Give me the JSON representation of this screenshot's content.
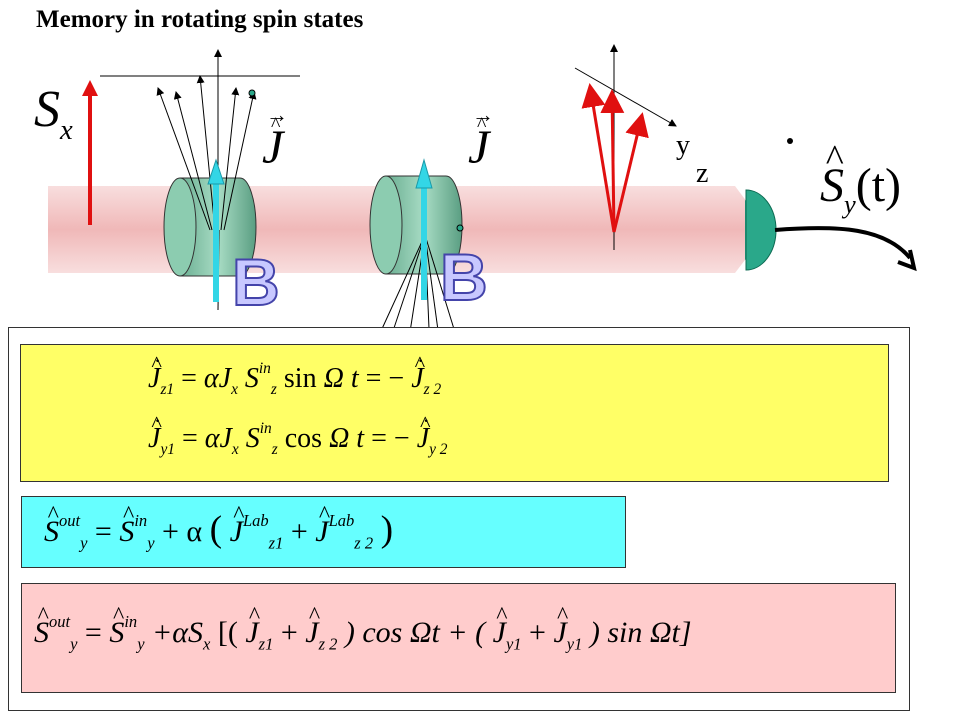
{
  "title": "Memory in rotating spin states",
  "labels": {
    "sx_symbol": "S",
    "sx_sub": "x",
    "j_symbol_1": "J",
    "j_symbol_2": "J",
    "axis_y": "y",
    "axis_z": "z",
    "sy_symbol": "S",
    "sy_sub": "y",
    "sy_arg": "(t)",
    "b_label_1": "B",
    "b_label_2": "B"
  },
  "equations": {
    "eq1": {
      "lhs": "J",
      "lhs_sub": "z1",
      "eq": "=",
      "alpha": "α",
      "jx": "J",
      "jx_sub": "x",
      "sz": "S",
      "sz_sup": "in",
      "sz_sub": "z",
      "trig": "sin",
      "omega_t": "Ω t",
      "eq2": "= −",
      "rhs": "J",
      "rhs_sub": "z 2"
    },
    "eq2": {
      "lhs": "J",
      "lhs_sub": "y1",
      "eq": "=",
      "alpha": "α",
      "jx": "J",
      "jx_sub": "x",
      "sz": "S",
      "sz_sup": "in",
      "sz_sub": "z",
      "trig": "cos",
      "omega_t": "Ω t",
      "eq2": "= −",
      "rhs": "J",
      "rhs_sub": "y 2"
    },
    "eq3": {
      "lhs": "S",
      "lhs_sup": "out",
      "lhs_sub": "y",
      "eq": "=",
      "s_in": "S",
      "s_in_sup": "in",
      "s_in_sub": "y",
      "plus_alpha": "+ α",
      "open": "(",
      "j1": "J",
      "j1_sup": "Lab",
      "j1_sub": "z1",
      "plus": "+",
      "j2": "J",
      "j2_sup": "Lab",
      "j2_sub": "z 2",
      "close": ")"
    },
    "eq4": {
      "lhs": "S",
      "lhs_sup": "out",
      "lhs_sub": "y",
      "eq": "=",
      "s_in": "S",
      "s_in_sup": "in",
      "s_in_sub": "y",
      "plus_alpha_sx": "+αS",
      "sx_sub": "x",
      "bracket_open": "[(",
      "j1": "J",
      "j1_sub": "z1",
      "plus1": "+",
      "j2": "J",
      "j2_sub": "z 2",
      "cos_part": ") cos Ωt + (",
      "j3": "J",
      "j3_sub": "y1",
      "plus2": "+",
      "j4": "J",
      "j4_sub": "y1",
      "sin_part": ") sin Ωt]"
    }
  },
  "colors": {
    "beam": "#f4c6c6",
    "cell": "#7fc4a4",
    "j_arrow": "#33d6e6",
    "red_arrow": "#e01010",
    "detector": "#2aa88a",
    "panel_yellow": "#ffff66",
    "panel_cyan": "#66ffff",
    "panel_pink": "#ffcccc",
    "b_label": "#b8b8ff"
  }
}
